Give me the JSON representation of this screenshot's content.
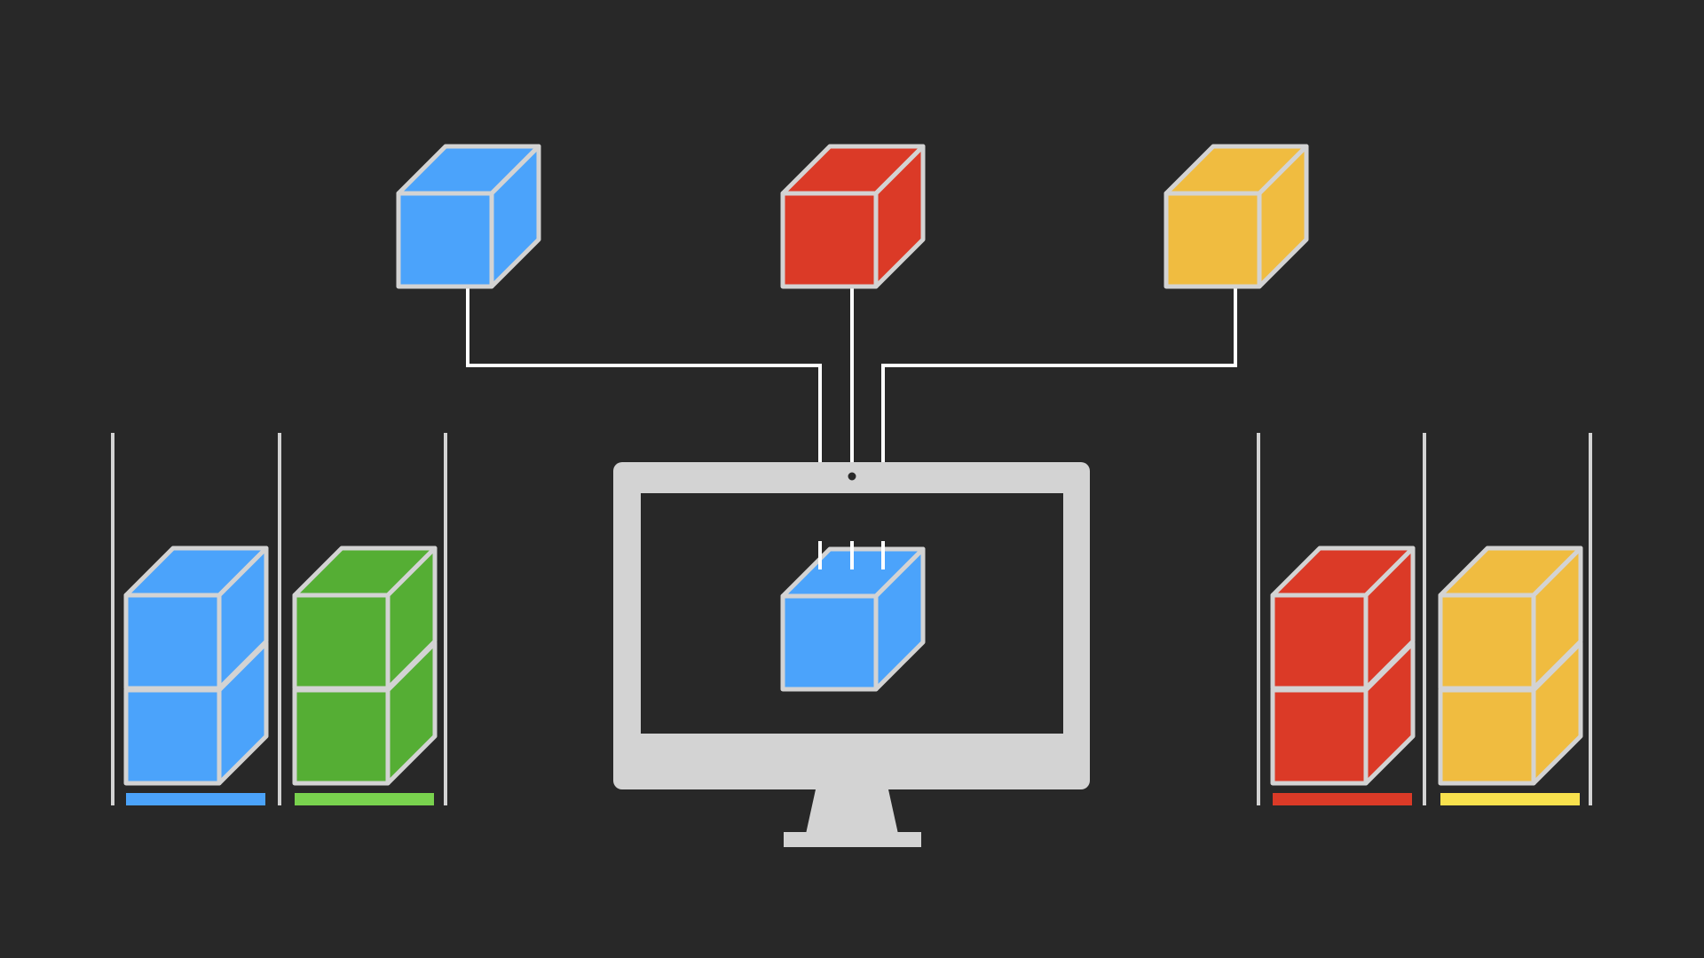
{
  "colors": {
    "background": "#282828",
    "outline": "#d3d3d3",
    "connector": "#ffffff",
    "monitor": "#d3d3d3",
    "blue": "#4ba3fb",
    "red": "#db3a27",
    "yellow": "#f0bc40",
    "green": "#55ae34",
    "blue_bar": "#4ba3fb",
    "green_bar": "#79d24e",
    "red_bar": "#db3a27",
    "yellow_bar": "#f8e14d"
  },
  "source_cubes": [
    {
      "name": "source-cube-blue",
      "color": "blue"
    },
    {
      "name": "source-cube-red",
      "color": "red"
    },
    {
      "name": "source-cube-yellow",
      "color": "yellow"
    }
  ],
  "monitor": {
    "cube_color": "blue"
  },
  "bins": [
    {
      "name": "bin-blue",
      "color": "blue",
      "bar_color": "blue_bar",
      "cubes": 2
    },
    {
      "name": "bin-green",
      "color": "green",
      "bar_color": "green_bar",
      "cubes": 2
    },
    {
      "name": "bin-red",
      "color": "red",
      "bar_color": "red_bar",
      "cubes": 2
    },
    {
      "name": "bin-yellow",
      "color": "yellow",
      "bar_color": "yellow_bar",
      "cubes": 2
    }
  ]
}
